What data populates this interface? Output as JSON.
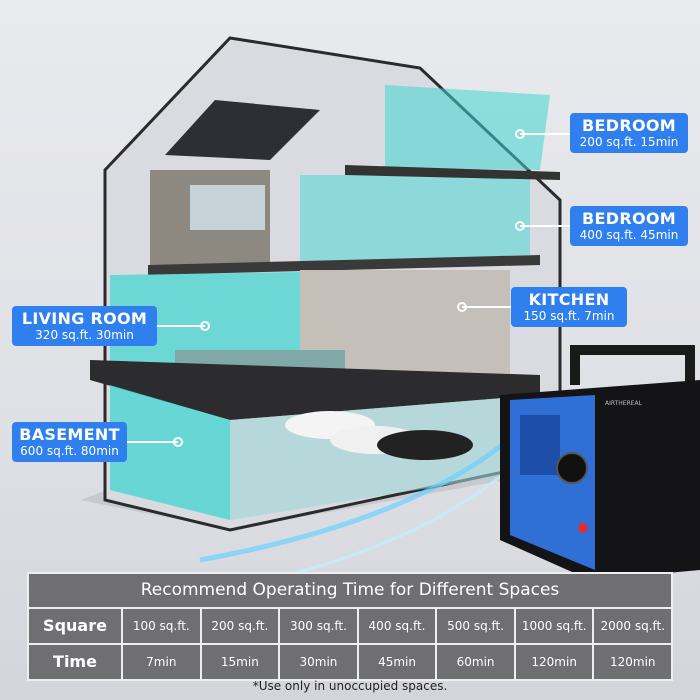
{
  "labels": [
    {
      "title": "BEDROOM",
      "detail": "200 sq.ft. 15min"
    },
    {
      "title": "BEDROOM",
      "detail": "400 sq.ft. 45min"
    },
    {
      "title": "KITCHEN",
      "detail": "150 sq.ft. 7min"
    },
    {
      "title": "LIVING ROOM",
      "detail": "320 sq.ft. 30min"
    },
    {
      "title": "BASEMENT",
      "detail": "600 sq.ft. 80min"
    }
  ],
  "device": {
    "brand": "AIRTHEREAL"
  },
  "table": {
    "title": "Recommend Operating Time for Different Spaces",
    "row_headers": [
      "Square",
      "Time"
    ],
    "squares": [
      "100 sq.ft.",
      "200 sq.ft.",
      "300 sq.ft.",
      "400 sq.ft.",
      "500 sq.ft.",
      "1000 sq.ft.",
      "2000 sq.ft."
    ],
    "times": [
      "7min",
      "15min",
      "30min",
      "45min",
      "60min",
      "120min",
      "120min"
    ]
  },
  "footnote": "*Use only in unoccupied spaces.",
  "colors": {
    "label_bg": "#2f80ee",
    "room_highlight": "#3fd6d0",
    "table_bg": "#6f6f71"
  }
}
